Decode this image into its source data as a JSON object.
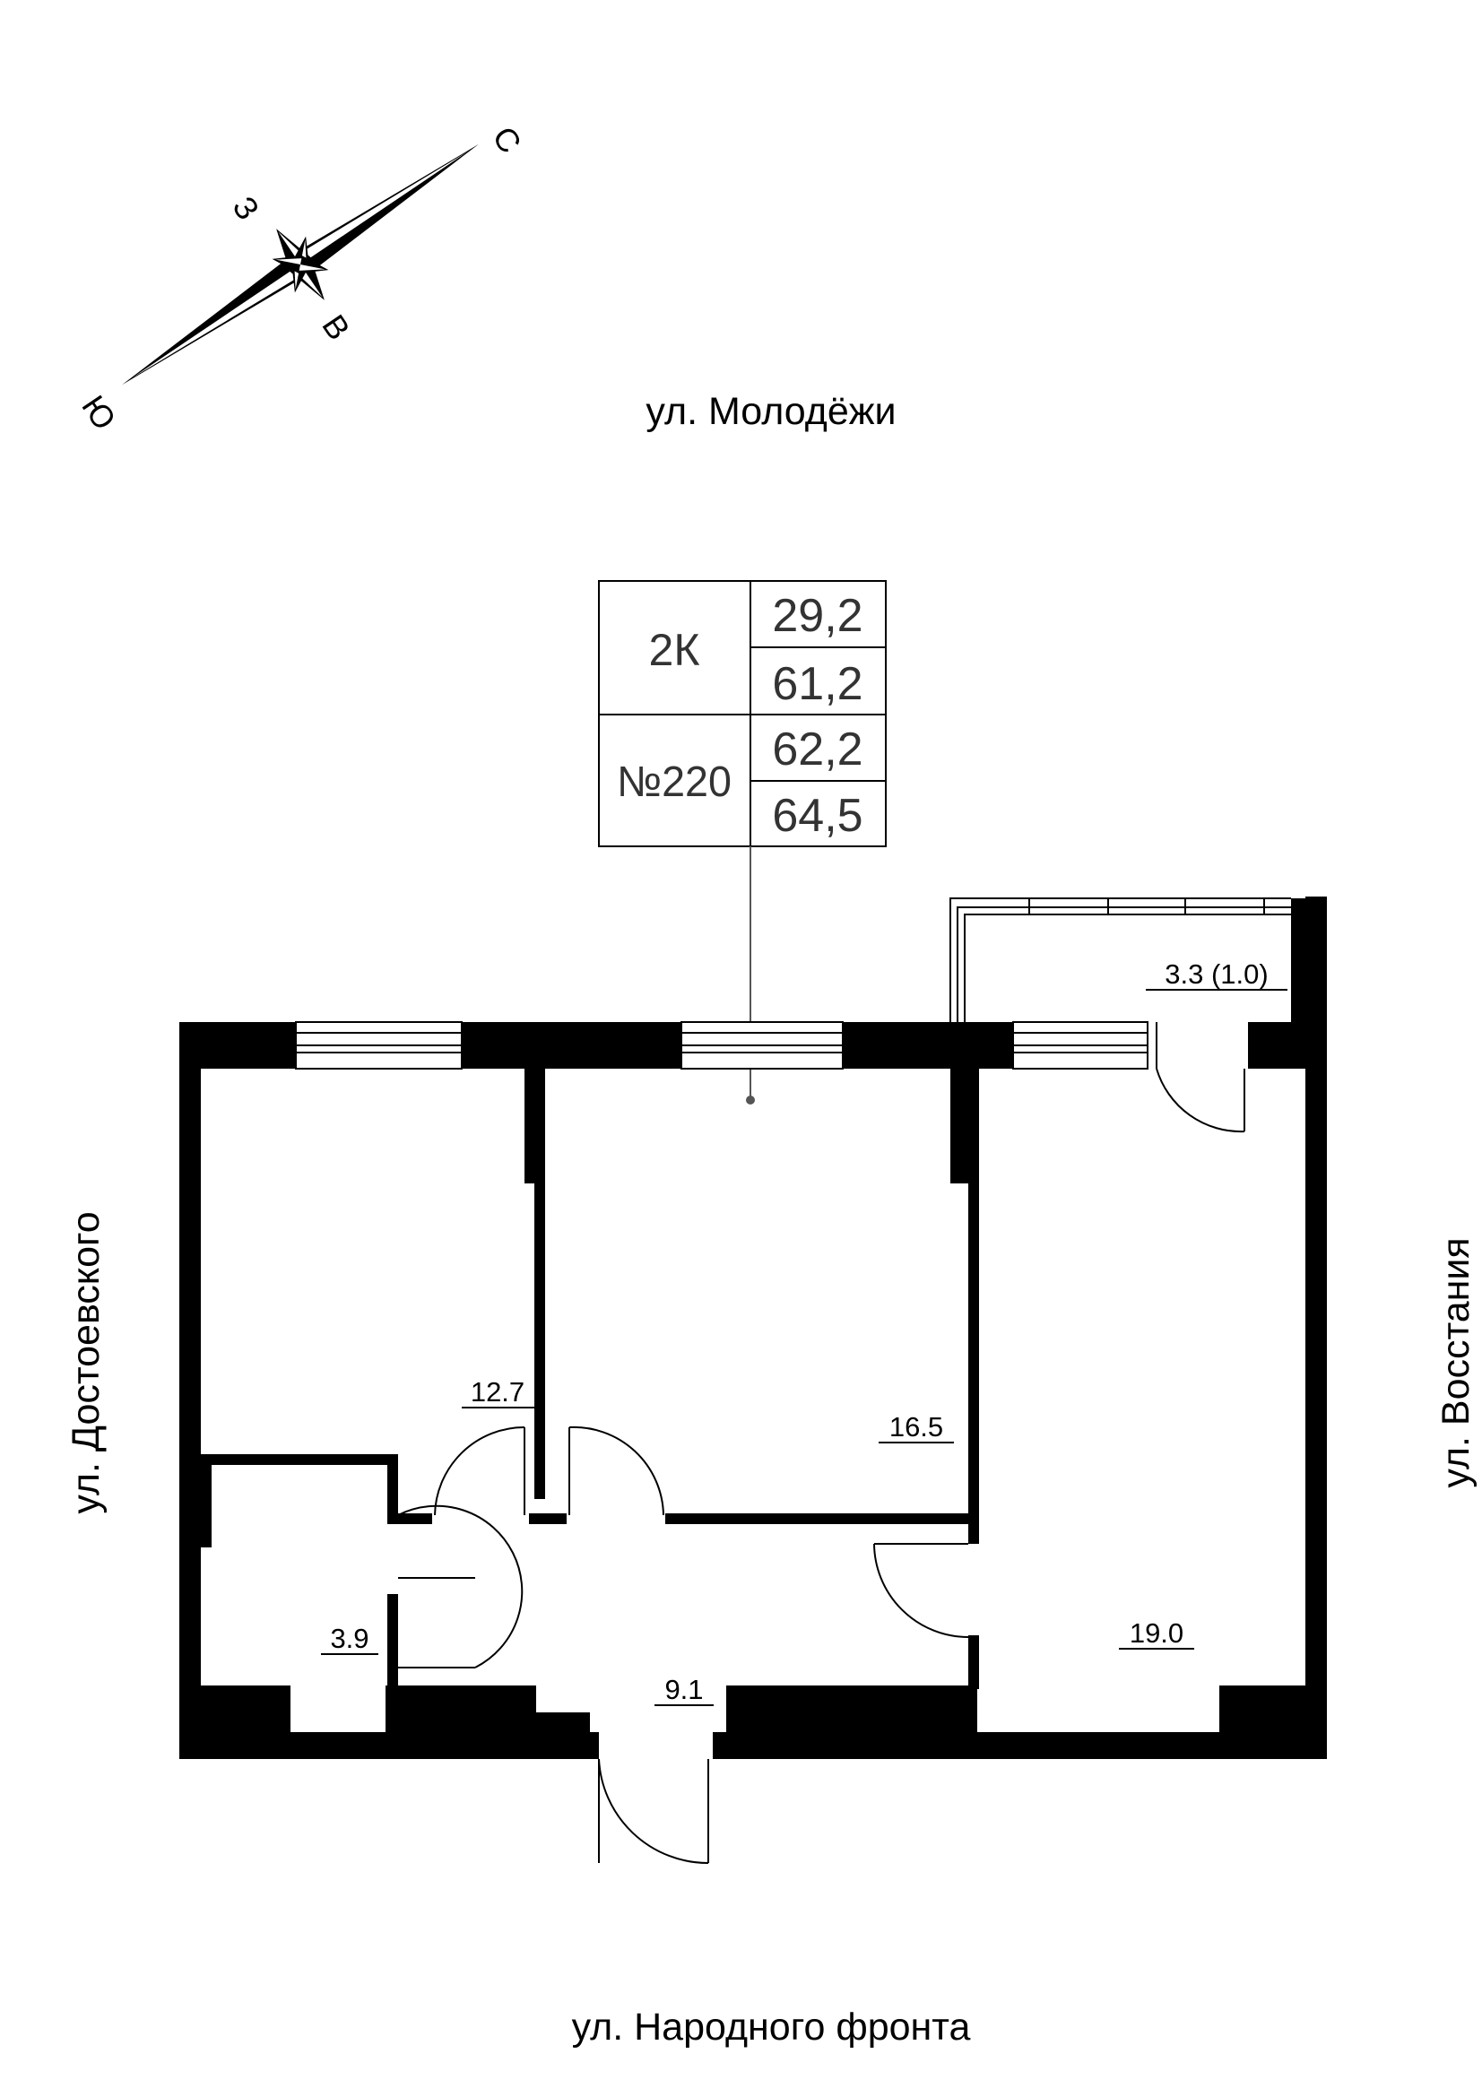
{
  "compass": {
    "north": "С",
    "south": "Ю",
    "east": "В",
    "west": "З"
  },
  "streets": {
    "top": "ул. Молодёжи",
    "bottom": "ул. Народного фронта",
    "left": "ул. Достоевского",
    "right": "ул. Восстания"
  },
  "info_box": {
    "rooms": "2К",
    "number": "№220",
    "values": [
      "29,2",
      "61,2",
      "62,2",
      "64,5"
    ]
  },
  "rooms": {
    "bedroom_left": "12.7",
    "room_middle": "16.5",
    "room_right": "19.0",
    "bathroom": "3.9",
    "hall": "9.1",
    "balcony": "3.3 (1.0)"
  },
  "colors": {
    "wall": "#000000",
    "line": "#000000",
    "text": "#000000",
    "info_text": "#333333",
    "leader_line": "#555555"
  }
}
